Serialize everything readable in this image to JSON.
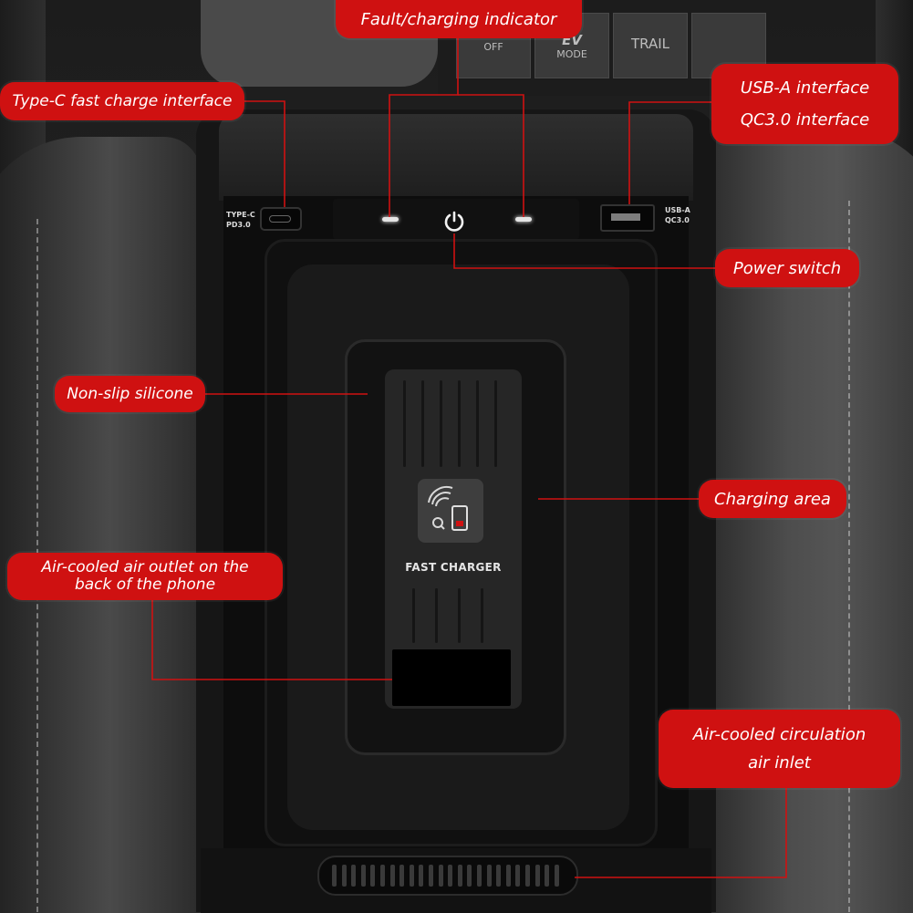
{
  "dashboard": {
    "btn_off": "OFF",
    "btn_ev_top": "EV",
    "btn_ev": "MODE",
    "btn_trail": "TRAIL"
  },
  "ports": {
    "typec_label": "TYPE-C\nPD3.0",
    "usba_label": "USB-A\nQC3.0"
  },
  "charger_text": "FAST CHARGER",
  "callouts": {
    "fault": "Fault/charging indicator",
    "typec": "Type-C fast charge interface",
    "usba_line1": "USB-A interface",
    "usba_line2": "QC3.0 interface",
    "power": "Power switch",
    "silicone": "Non-slip silicone",
    "charging": "Charging area",
    "outlet_line1": "Air-cooled air outlet on the",
    "outlet_line2": "back of the phone",
    "inlet_line1": "Air-cooled circulation",
    "inlet_line2": "air inlet"
  },
  "colors": {
    "callout_bg": "#cf1111",
    "leader_line": "#cf1111"
  }
}
